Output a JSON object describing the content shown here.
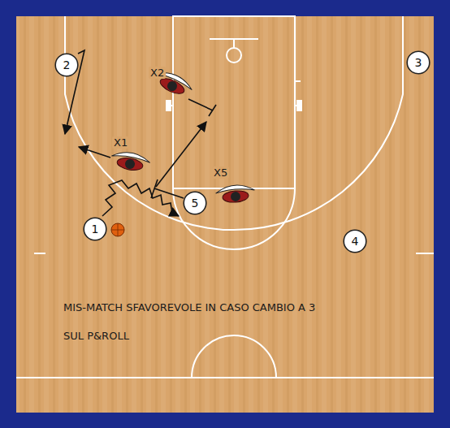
{
  "diagram": {
    "nodes": [
      {
        "text": [
          "2"
        ]
      },
      {
        "text": [
          "3"
        ]
      },
      {
        "text": [
          "5"
        ]
      },
      {
        "text": [
          "1"
        ]
      },
      {
        "text": [
          "4"
        ]
      }
    ],
    "labels": [
      "X2",
      "X1",
      "X5",
      "MIS-MATCH SFAVOREVOLE  IN CASO CAMBIO A 3",
      "SUL P&ROLL"
    ]
  }
}
